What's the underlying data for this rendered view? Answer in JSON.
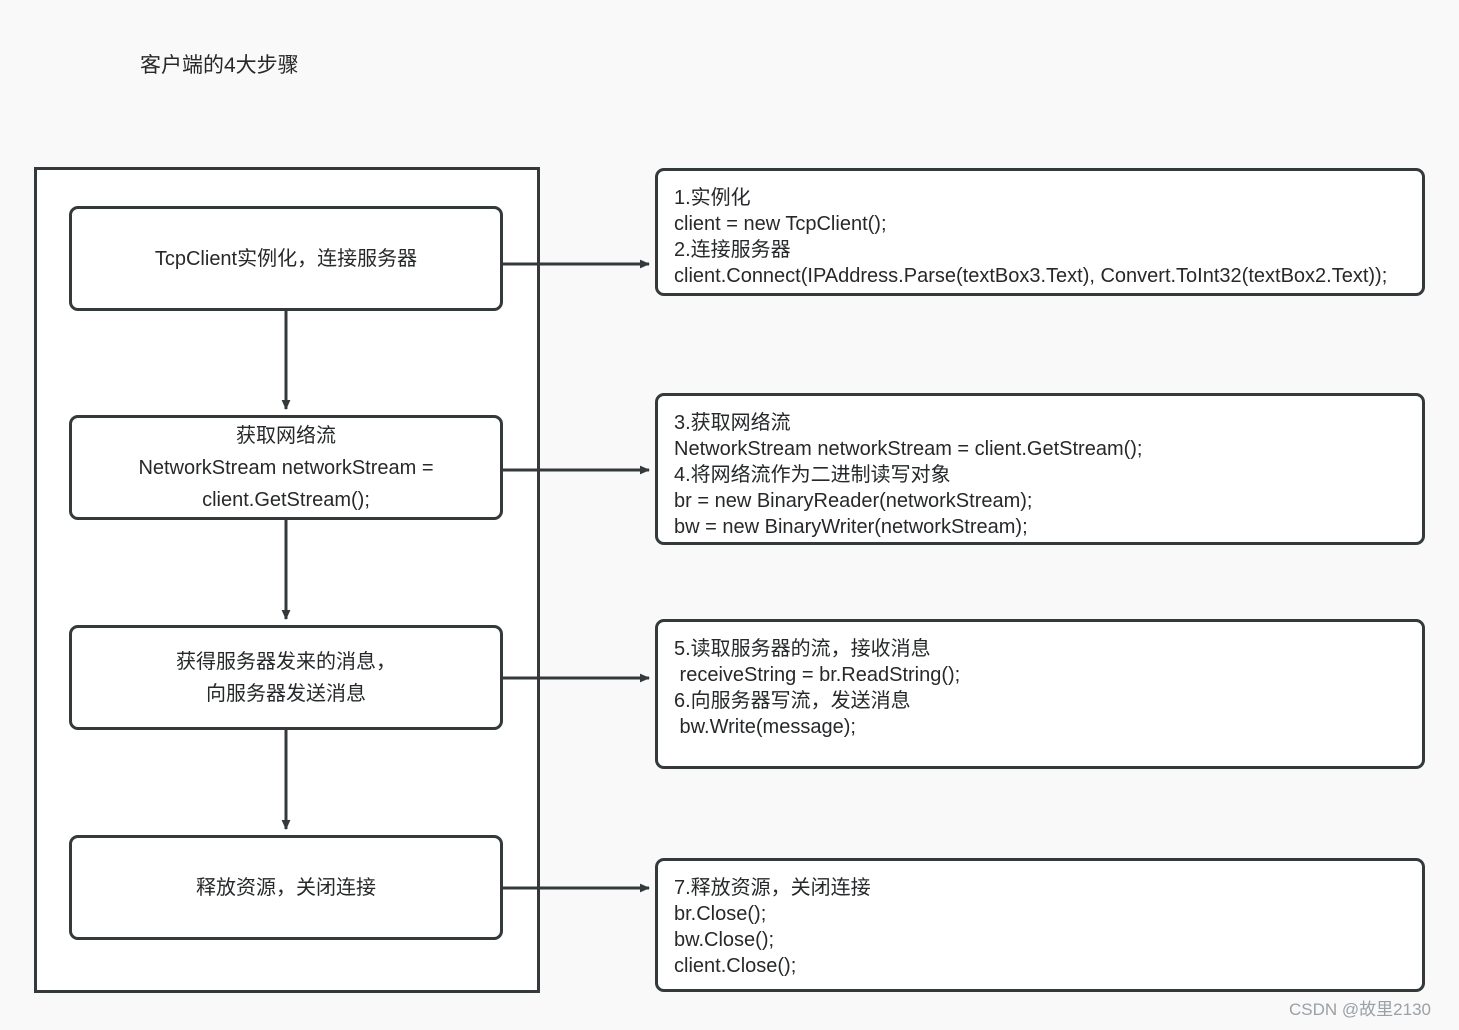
{
  "title": "客户端的4大步骤",
  "colors": {
    "background": "#f9f9f9",
    "stroke": "#34393b",
    "node_fill": "#ffffff",
    "text": "#26282a",
    "watermark": "#9aa0a6"
  },
  "container": {
    "label": "client-steps-group"
  },
  "flow_nodes": [
    {
      "id": "node-1",
      "text": "TcpClient实例化，连接服务器"
    },
    {
      "id": "node-2",
      "text": "获取网络流\nNetworkStream networkStream =\nclient.GetStream();"
    },
    {
      "id": "node-3",
      "text": "获得服务器发来的消息，\n向服务器发送消息"
    },
    {
      "id": "node-4",
      "text": "释放资源，关闭连接"
    }
  ],
  "notes": [
    {
      "id": "note-1",
      "text": "1.实例化\nclient = new TcpClient();\n2.连接服务器\nclient.Connect(IPAddress.Parse(textBox3.Text), Convert.ToInt32(textBox2.Text));"
    },
    {
      "id": "note-2",
      "text": "3.获取网络流\nNetworkStream networkStream = client.GetStream();\n4.将网络流作为二进制读写对象\nbr = new BinaryReader(networkStream);\nbw = new BinaryWriter(networkStream);"
    },
    {
      "id": "note-3",
      "text": "5.读取服务器的流，接收消息\n receiveString = br.ReadString();\n6.向服务器写流，发送消息\n bw.Write(message);"
    },
    {
      "id": "note-4",
      "text": "7.释放资源，关闭连接\nbr.Close();\nbw.Close();\nclient.Close();"
    }
  ],
  "watermark": "CSDN @故里2130"
}
